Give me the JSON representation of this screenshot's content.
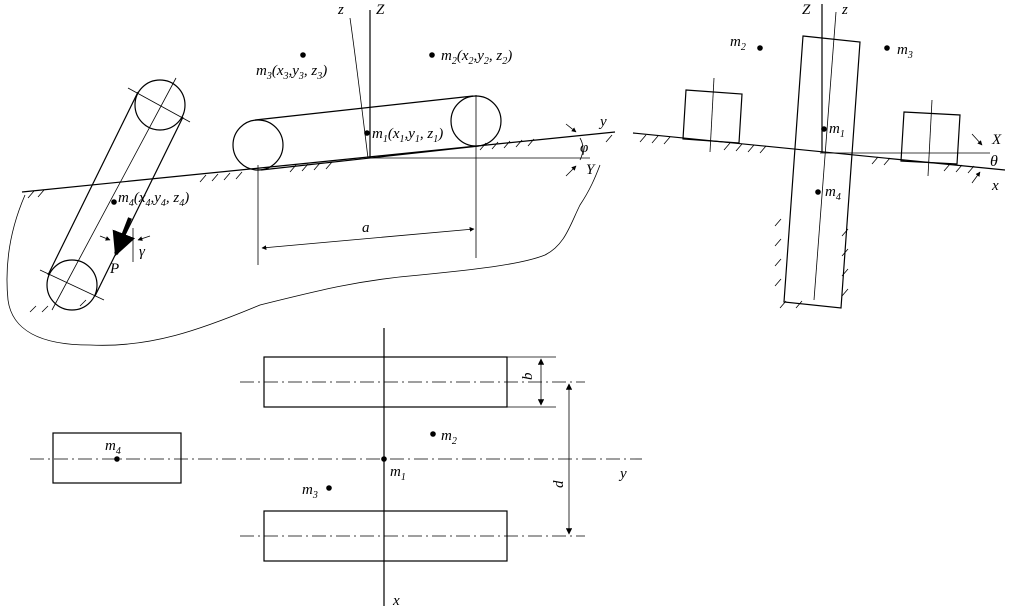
{
  "side_view": {
    "axis_z": "z",
    "axis_Z": "Z",
    "axis_y": "y",
    "axis_Y": "Y",
    "angle_phi": "φ",
    "angle_gamma": "γ",
    "force": "P",
    "distance_a": "a",
    "m1": {
      "name": "m",
      "idx": "1",
      "coords": "(x",
      "c1": "1",
      "sep1": ",y",
      "c2": "1",
      "sep2": ", z",
      "c3": "1",
      "close": ")"
    },
    "m2": {
      "name": "m",
      "idx": "2",
      "coords": "(x",
      "c1": "2",
      "sep1": ",y",
      "c2": "2",
      "sep2": ", z",
      "c3": "2",
      "close": ")"
    },
    "m3": {
      "name": "m",
      "idx": "3",
      "coords": "(x",
      "c1": "3",
      "sep1": ",y",
      "c2": "3",
      "sep2": ", z",
      "c3": "3",
      "close": ")"
    },
    "m4": {
      "name": "m",
      "idx": "4",
      "coords": "(x",
      "c1": "4",
      "sep1": ",y",
      "c2": "4",
      "sep2": ", z",
      "c3": "4",
      "close": ")"
    }
  },
  "front_view": {
    "axis_Z": "Z",
    "axis_z": "z",
    "axis_X": "X",
    "axis_x": "x",
    "angle_theta": "θ",
    "m1": {
      "name": "m",
      "idx": "1"
    },
    "m2": {
      "name": "m",
      "idx": "2"
    },
    "m3": {
      "name": "m",
      "idx": "3"
    },
    "m4": {
      "name": "m",
      "idx": "4"
    }
  },
  "top_view": {
    "axis_y": "y",
    "axis_x": "x",
    "dim_b": "b",
    "dim_d": "d",
    "m1": {
      "name": "m",
      "idx": "1"
    },
    "m2": {
      "name": "m",
      "idx": "2"
    },
    "m3": {
      "name": "m",
      "idx": "3"
    },
    "m4": {
      "name": "m",
      "idx": "4"
    }
  }
}
